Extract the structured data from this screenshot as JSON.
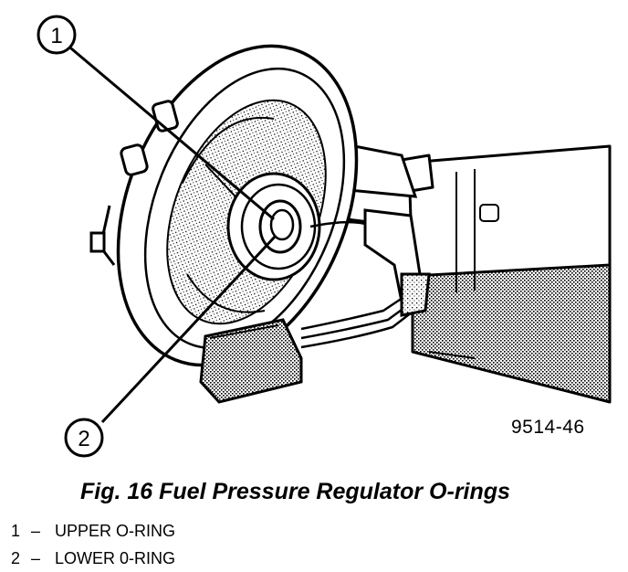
{
  "callouts": [
    {
      "number": "1"
    },
    {
      "number": "2"
    }
  ],
  "figure_id": "9514-46",
  "caption": "Fig. 16 Fuel Pressure Regulator O-rings",
  "legend": [
    {
      "number": "1",
      "dash": "–",
      "label": "UPPER O-RING"
    },
    {
      "number": "2",
      "dash": "–",
      "label": "LOWER 0-RING"
    }
  ]
}
